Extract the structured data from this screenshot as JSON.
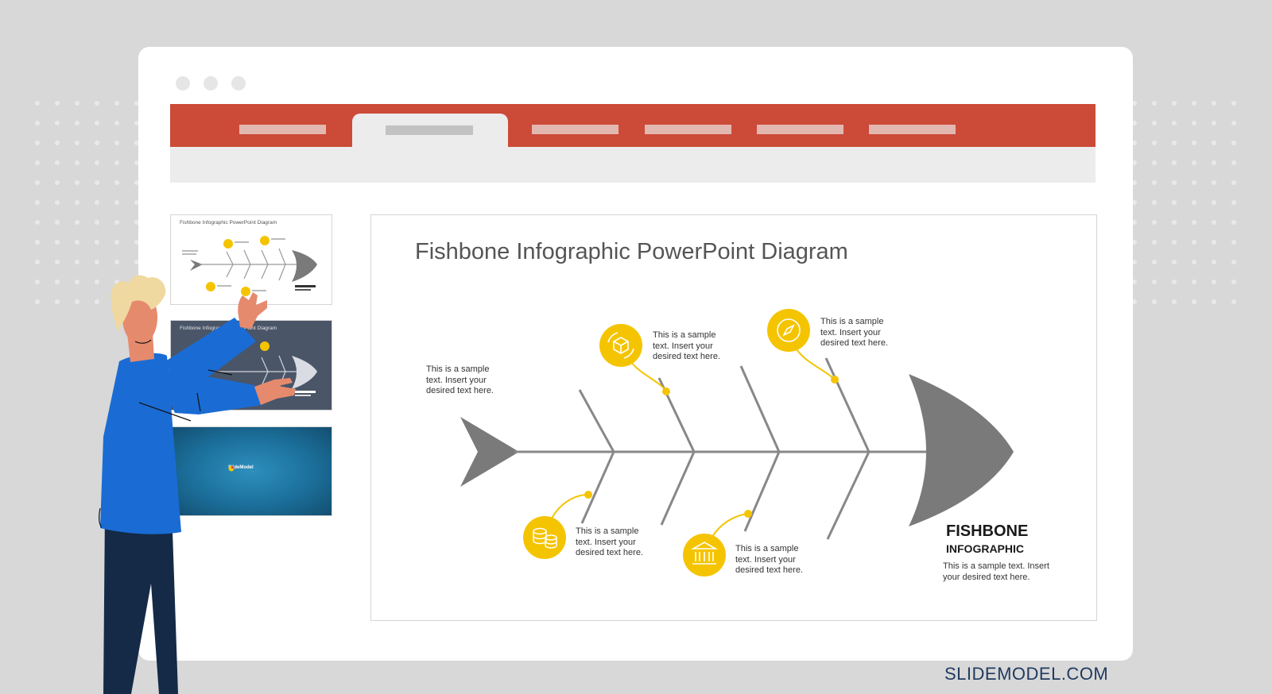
{
  "slide": {
    "title": "Fishbone Infographic PowerPoint Diagram",
    "notes": [
      "This is a sample text. Insert your desired text here.",
      "This is a sample text. Insert your desired text here.",
      "This is a sample text. Insert your desired text here.",
      "This is a sample text. Insert your desired text here.",
      "This is a sample text. Insert your desired text here."
    ],
    "brand_title": "FISHBONE",
    "brand_subtitle": "INFOGRAPHIC",
    "brand_desc": "This is a sample text. Insert your desired text here."
  },
  "thumbnails": [
    {
      "title": "Fishbone Infographic PowerPoint Diagram"
    },
    {
      "title": "Fishbone Infographic PowerPoint Diagram"
    },
    {
      "logo": "SlideModel"
    }
  ],
  "icons": [
    "cube-icon",
    "compass-icon",
    "coins-icon",
    "bank-icon"
  ],
  "colors": {
    "ribbon": "#cc4a38",
    "accent_yellow": "#f5c400",
    "fish_gray": "#7a7a7a",
    "background": "#d8d8d8"
  },
  "watermark": "SLIDEMODEL.COM"
}
